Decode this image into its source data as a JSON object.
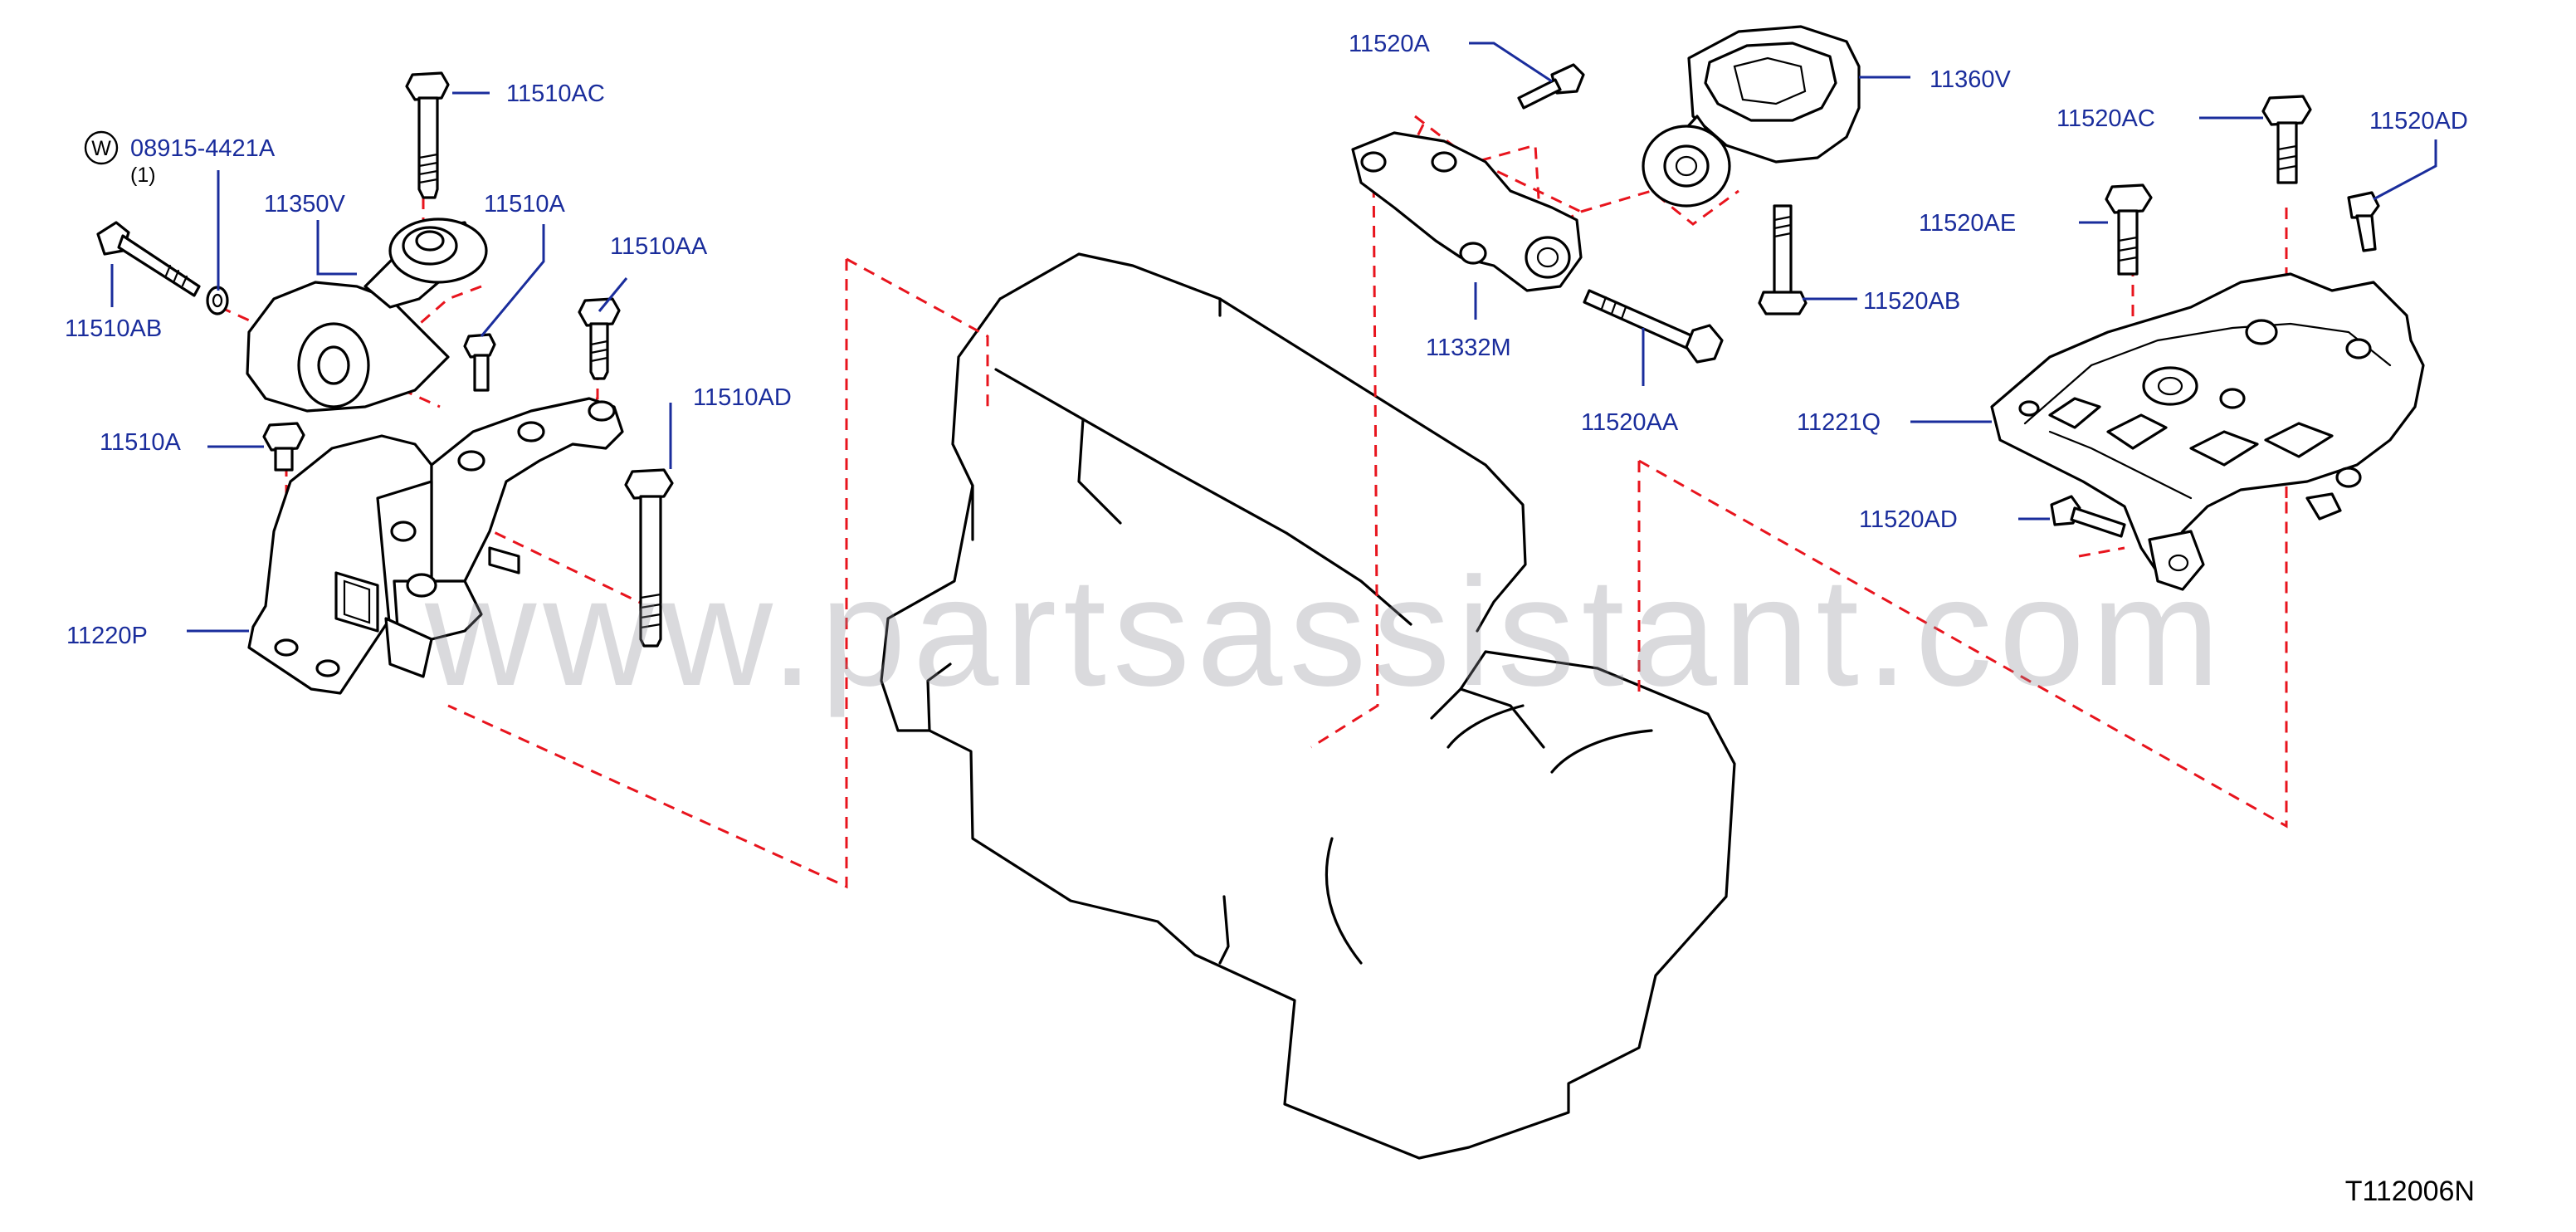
{
  "diagram": {
    "watermark": "www.partsassistant.com",
    "reference_code": "T112006N",
    "washer_symbol": "W",
    "quantity_note": "(1)",
    "callouts": {
      "p_08915_4421A": "08915-4421A",
      "p_11350V": "11350V",
      "p_11510AB": "11510AB",
      "p_11510AC": "11510AC",
      "p_11510A_upper": "11510A",
      "p_11510AA": "11510AA",
      "p_11510AD": "11510AD",
      "p_11510A_lower": "11510A",
      "p_11220P": "11220P",
      "p_11520A": "11520A",
      "p_11360V": "11360V",
      "p_11332M": "11332M",
      "p_11520AA": "11520AA",
      "p_11520AB": "11520AB",
      "p_11520AC": "11520AC",
      "p_11520AD_upper": "11520AD",
      "p_11520AE": "11520AE",
      "p_11221Q": "11221Q",
      "p_11520AD_lower": "11520AD"
    },
    "colors": {
      "callout_text": "#1a2d9c",
      "leader_line": "#1a2d9c",
      "assembly_dash": "#e8141d",
      "outline": "#000000",
      "watermark": "#8d8d96"
    }
  }
}
